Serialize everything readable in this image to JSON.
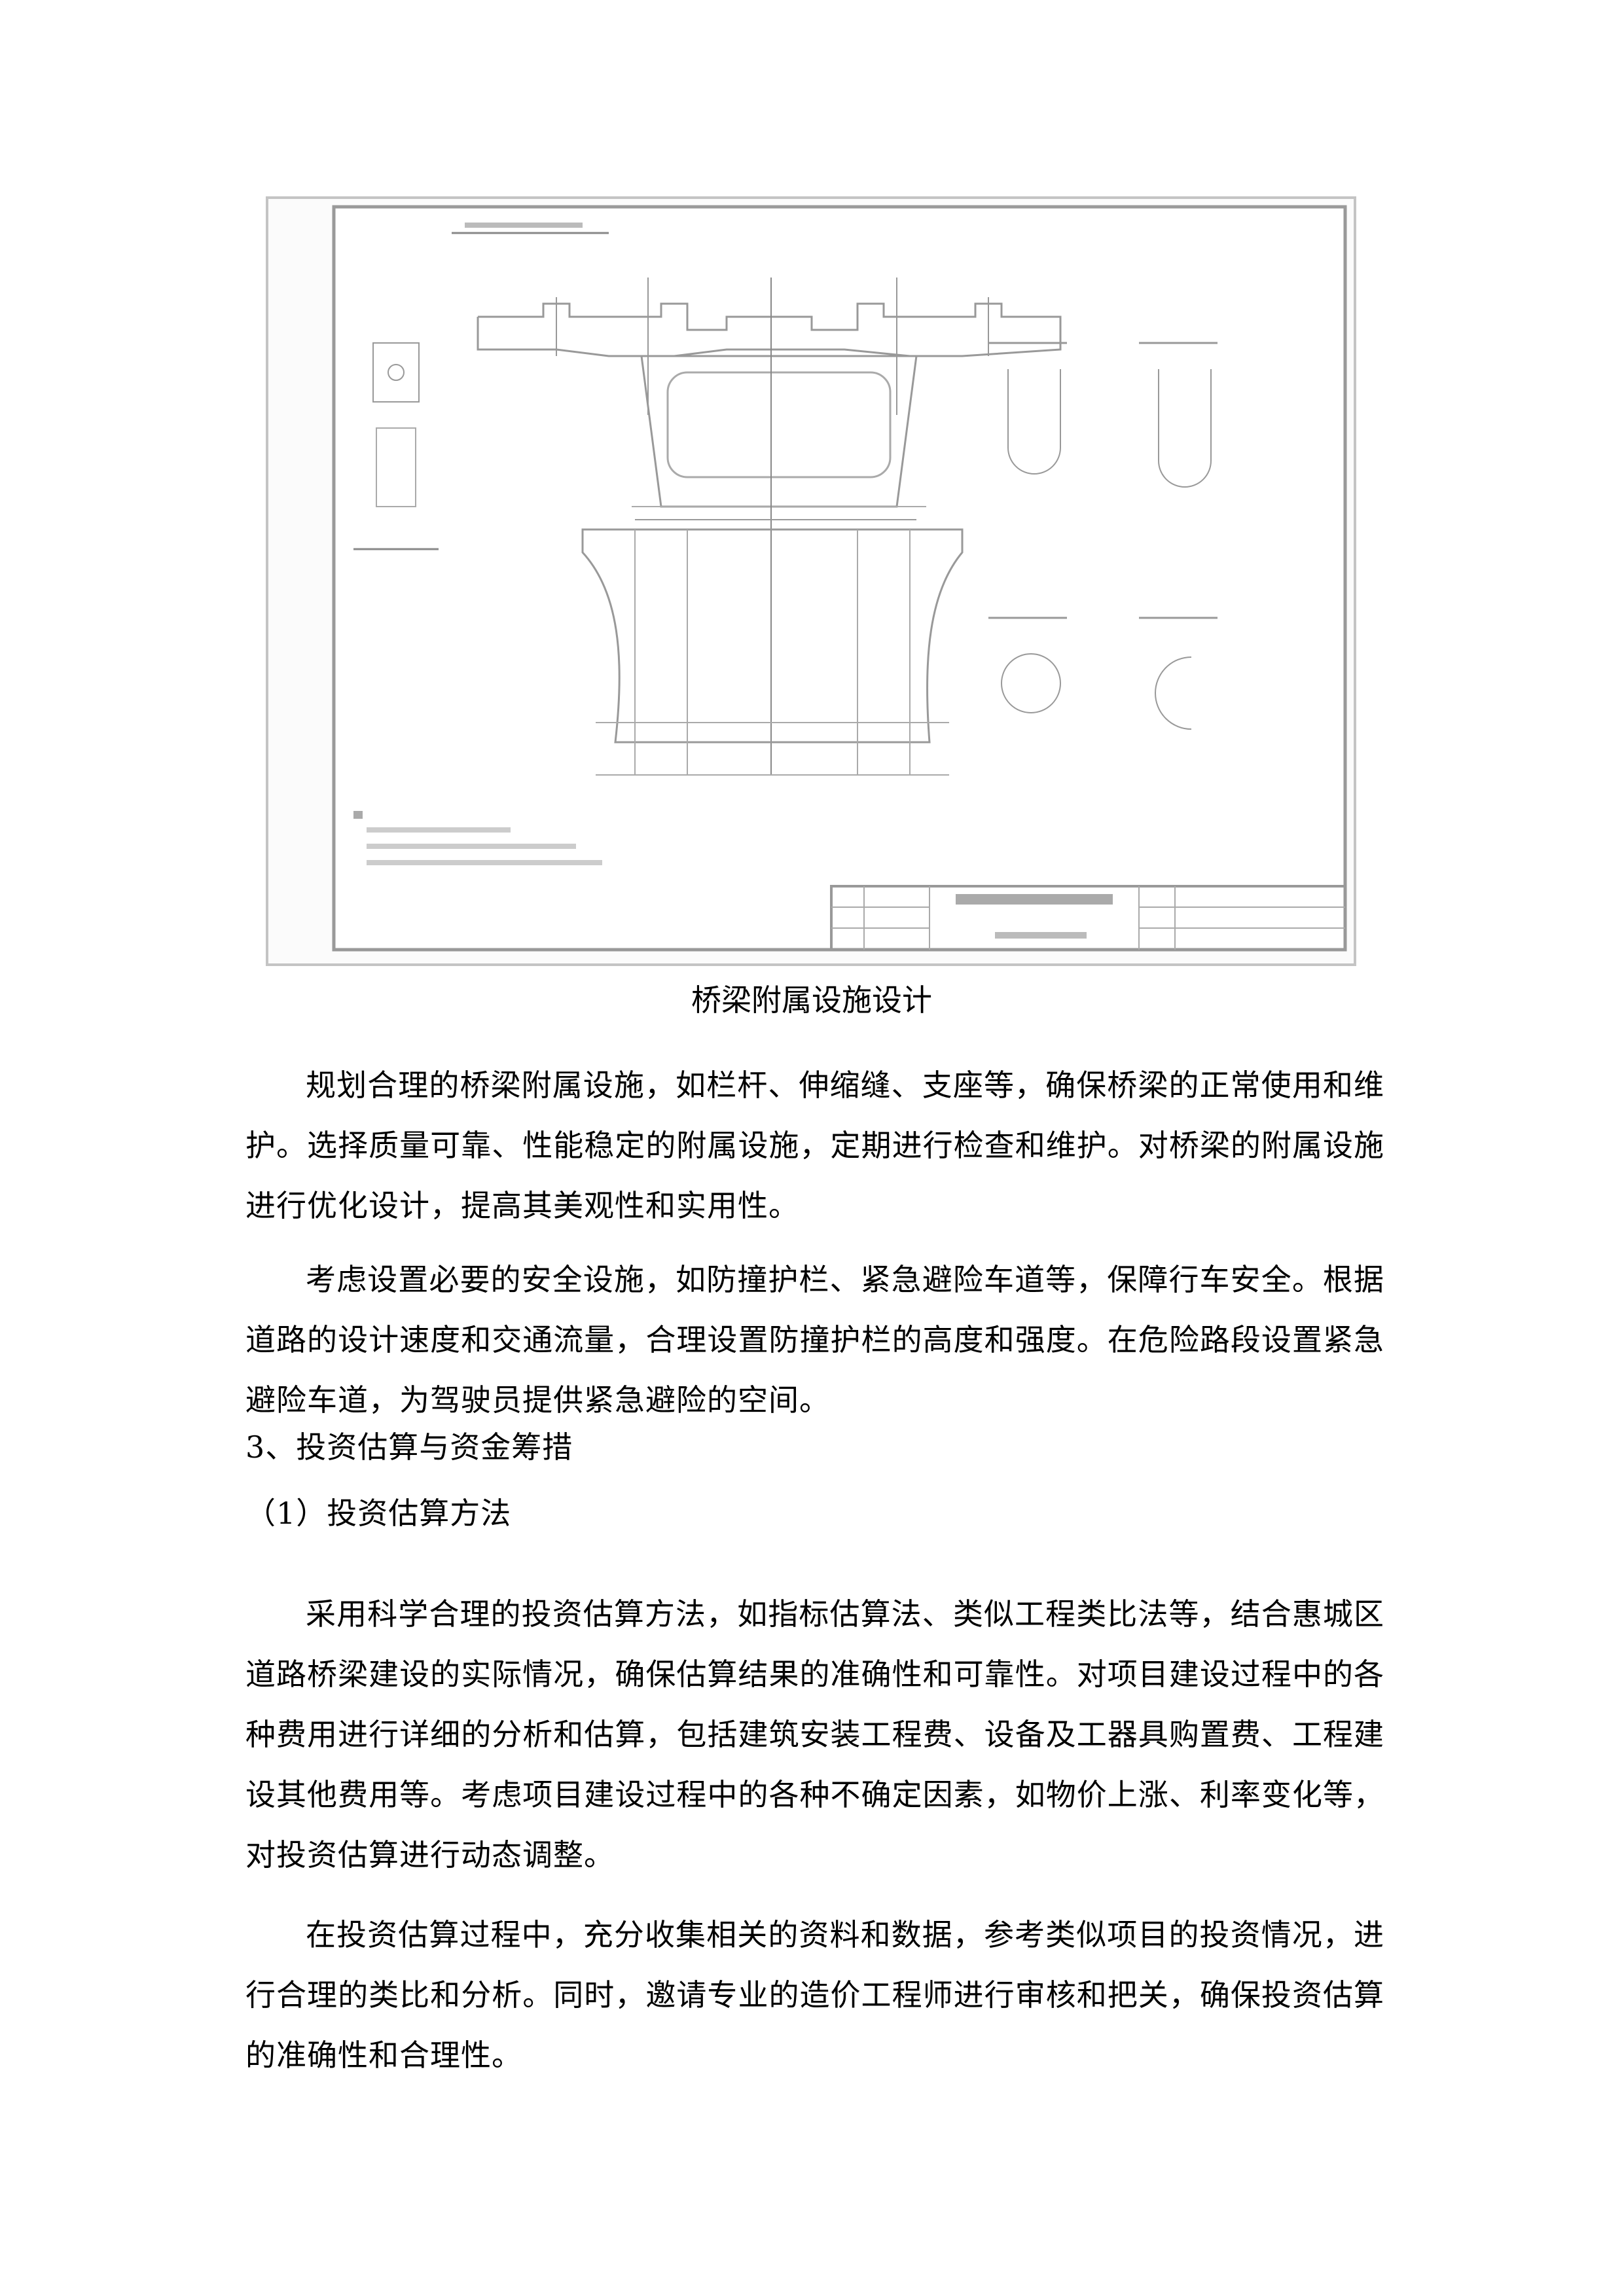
{
  "figure": {
    "description": "Bridge auxiliary facilities engineering drawing (cross-section of box girder on pier with detail views and title block)",
    "title_block_rows": 3
  },
  "caption": "桥梁附属设施设计",
  "paragraphs": [
    "规划合理的桥梁附属设施，如栏杆、伸缩缝、支座等，确保桥梁的正常使用和维护。选择质量可靠、性能稳定的附属设施，定期进行检查和维护。对桥梁的附属设施进行优化设计，提高其美观性和实用性。",
    "考虑设置必要的安全设施，如防撞护栏、紧急避险车道等，保障行车安全。根据道路的设计速度和交通流量，合理设置防撞护栏的高度和强度。在危险路段设置紧急避险车道，为驾驶员提供紧急避险的空间。"
  ],
  "section": {
    "heading": "3、投资估算与资金筹措",
    "subheading": "（1）投资估算方法",
    "paragraphs": [
      "采用科学合理的投资估算方法，如指标估算法、类似工程类比法等，结合惠城区道路桥梁建设的实际情况，确保估算结果的准确性和可靠性。对项目建设过程中的各种费用进行详细的分析和估算，包括建筑安装工程费、设备及工器具购置费、工程建设其他费用等。考虑项目建设过程中的各种不确定因素，如物价上涨、利率变化等，对投资估算进行动态调整。",
      "在投资估算过程中，充分收集相关的资料和数据，参考类似项目的投资情况，进行合理的类比和分析。同时，邀请专业的造价工程师进行审核和把关，确保投资估算的准确性和合理性。"
    ]
  }
}
